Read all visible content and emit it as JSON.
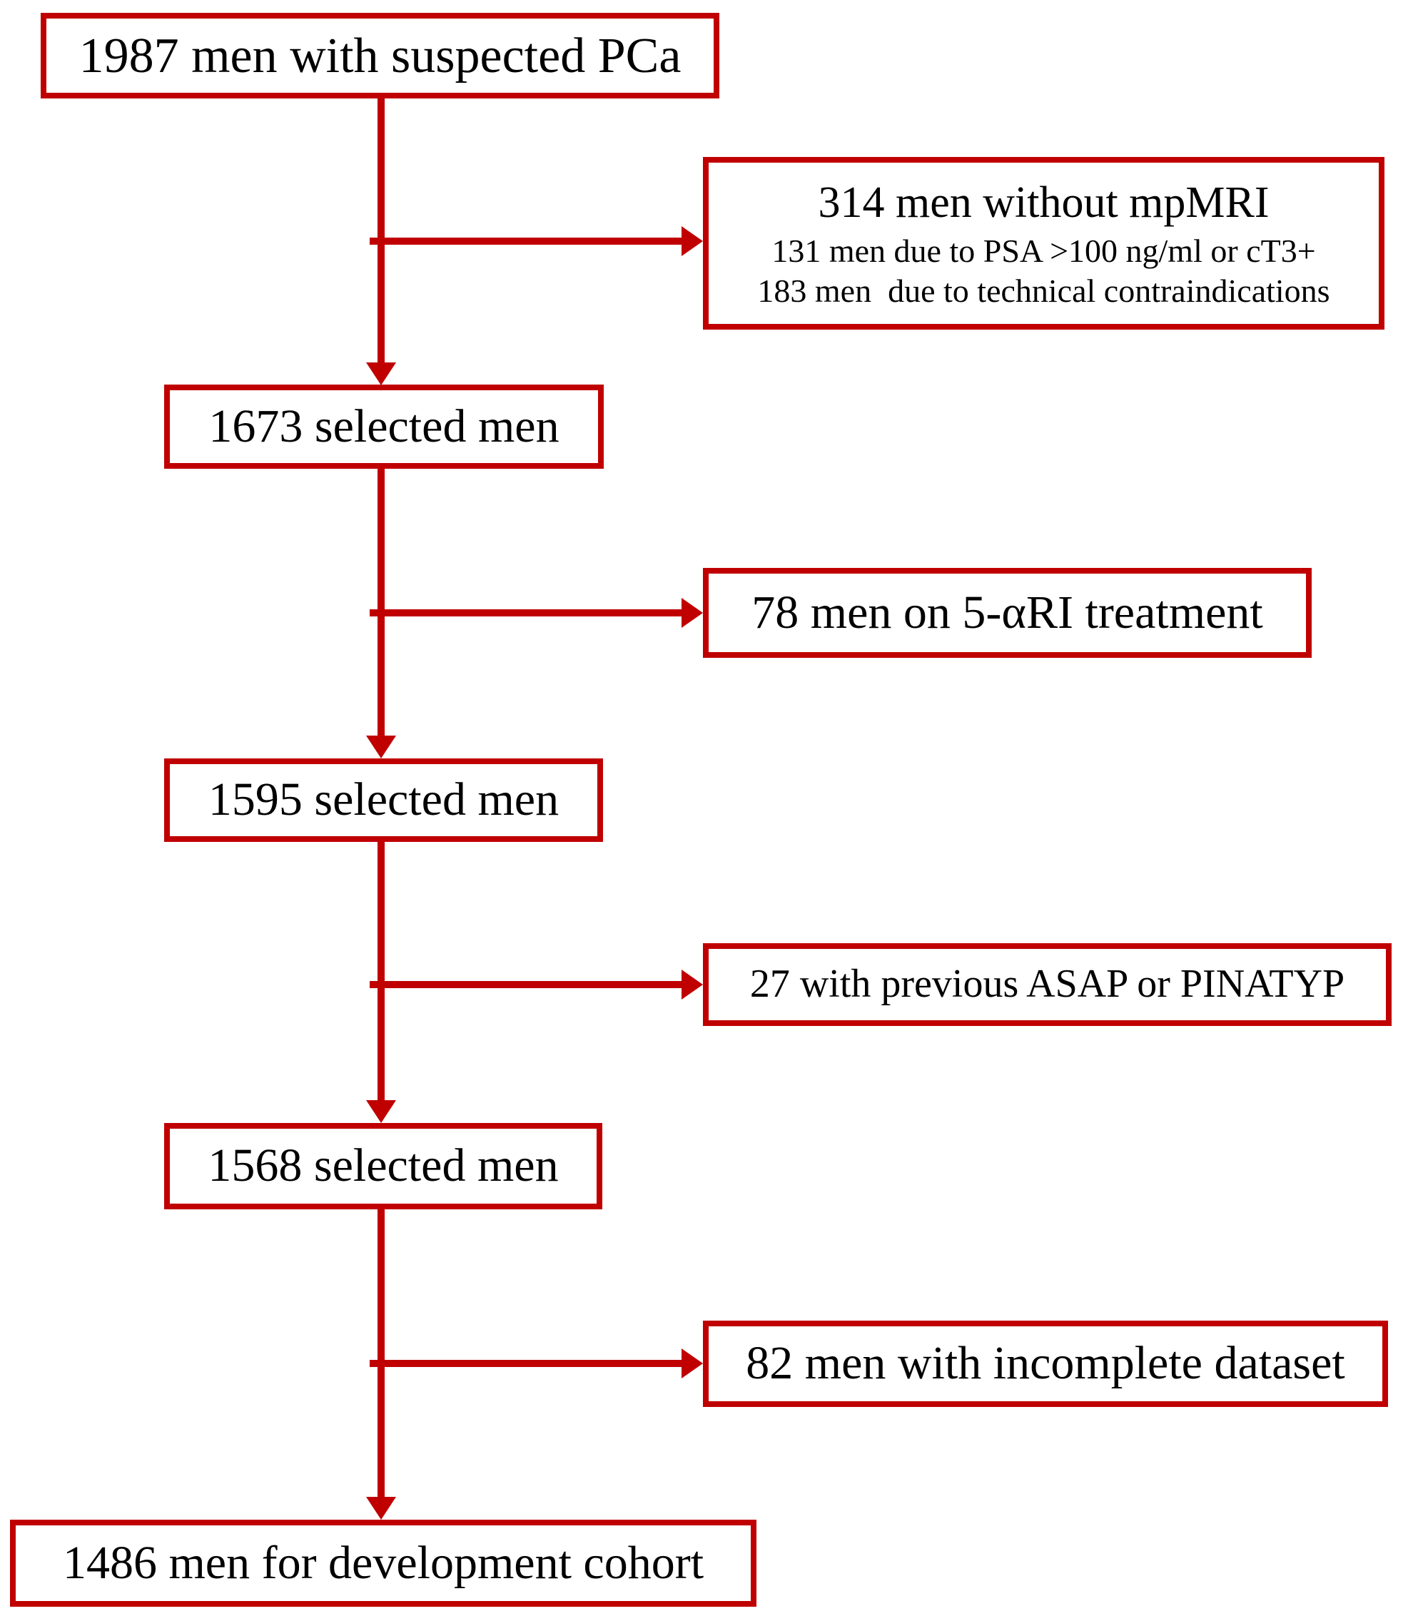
{
  "diagram_type": "patient-selection-flowchart",
  "colors": {
    "accent_red": "#c00000",
    "text": "#000000",
    "background": "#ffffff"
  },
  "flow": {
    "suspected": {
      "label": "1987 men with suspected PCa"
    },
    "excluded_mpmri": {
      "title": "314 men without mpMRI",
      "reason_psa": "131 men due to PSA >100 ng/ml or cT3+",
      "reason_technical": "183 men  due to technical contraindications"
    },
    "selected_1673": {
      "label": "1673 selected men"
    },
    "excluded_5ari": {
      "label": "78 men on 5-αRI treatment"
    },
    "selected_1595": {
      "label": "1595 selected men"
    },
    "excluded_asap": {
      "label": "27 with previous ASAP or PINATYP"
    },
    "selected_1568": {
      "label": "1568 selected men"
    },
    "excluded_incomplete": {
      "label": "82 men with incomplete dataset"
    },
    "development_cohort": {
      "label": "1486 men for development cohort"
    }
  }
}
